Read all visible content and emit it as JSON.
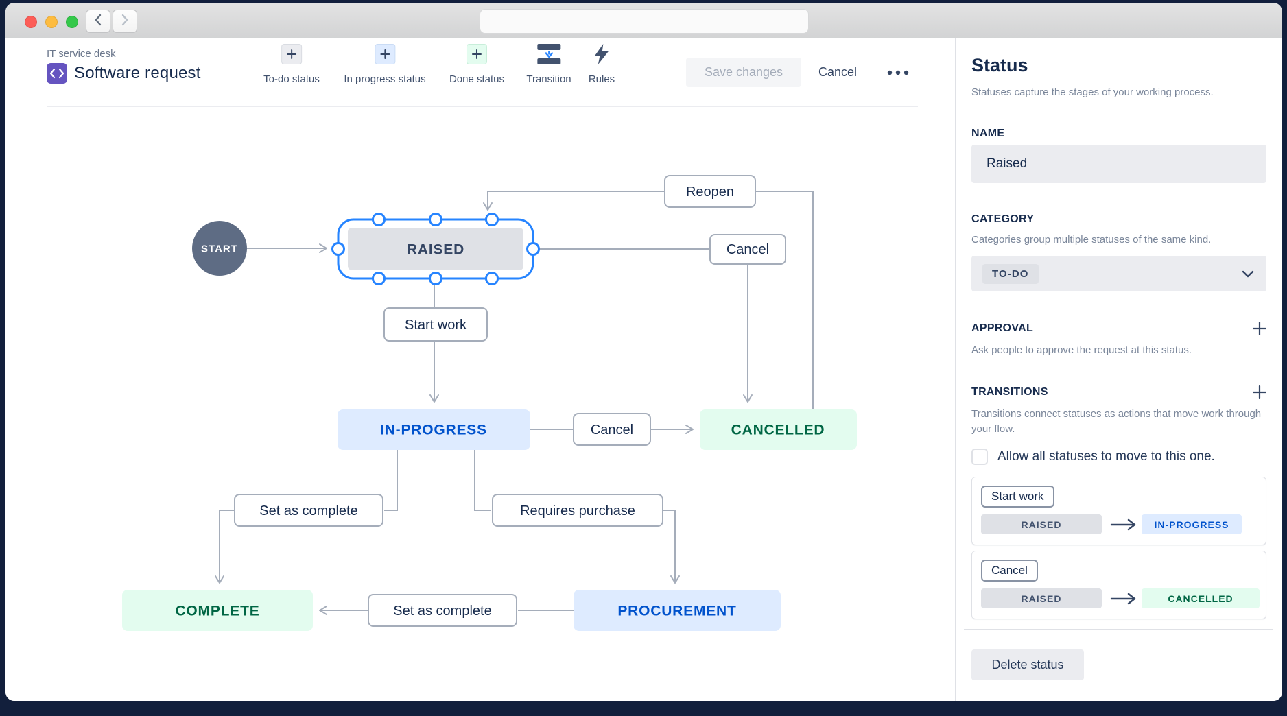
{
  "toolbar": {
    "breadcrumb": "IT service desk",
    "title": "Software request",
    "buttons": [
      {
        "label": "To-do status"
      },
      {
        "label": "In progress status"
      },
      {
        "label": "Done status"
      },
      {
        "label": "Transition"
      },
      {
        "label": "Rules"
      }
    ],
    "save_label": "Save changes",
    "cancel_label": "Cancel"
  },
  "diagram": {
    "start": "START",
    "raised": "RAISED",
    "in_progress": "IN-PROGRESS",
    "cancelled": "CANCELLED",
    "complete": "COMPLETE",
    "procurement": "PROCUREMENT",
    "t_reopen": "Reopen",
    "t_cancel_top": "Cancel",
    "t_start_work": "Start work",
    "t_cancel_mid": "Cancel",
    "t_set_complete_left": "Set as complete",
    "t_requires_purchase": "Requires purchase",
    "t_set_complete_bottom": "Set as complete"
  },
  "panel": {
    "title": "Status",
    "subtitle": "Statuses capture the stages of your working process.",
    "name": {
      "label": "NAME",
      "value": "Raised"
    },
    "category": {
      "label": "CATEGORY",
      "description": "Categories group multiple statuses of the same kind.",
      "value": "TO-DO"
    },
    "approval": {
      "label": "APPROVAL",
      "description": "Ask people to approve the request at this status."
    },
    "transitions": {
      "label": "TRANSITIONS",
      "description": "Transitions connect statuses as actions that move work through your flow.",
      "checkbox_label": "Allow all statuses to move to this one.",
      "items": [
        {
          "name": "Start work",
          "from": "RAISED",
          "to": "IN-PROGRESS"
        },
        {
          "name": "Cancel",
          "from": "RAISED",
          "to": "CANCELLED"
        }
      ]
    },
    "delete_label": "Delete status"
  },
  "colors": {
    "selection_blue": "#2684ff",
    "todo_chip_bg": "#dfe1e6",
    "inprogress_bg": "#deebff",
    "inprogress_text": "#0052cc",
    "done_bg": "#e3fcef",
    "done_text": "#006644",
    "project_purple": "#6554c0",
    "edge_gray": "#a5adba",
    "window_frame": "#121f3c"
  }
}
